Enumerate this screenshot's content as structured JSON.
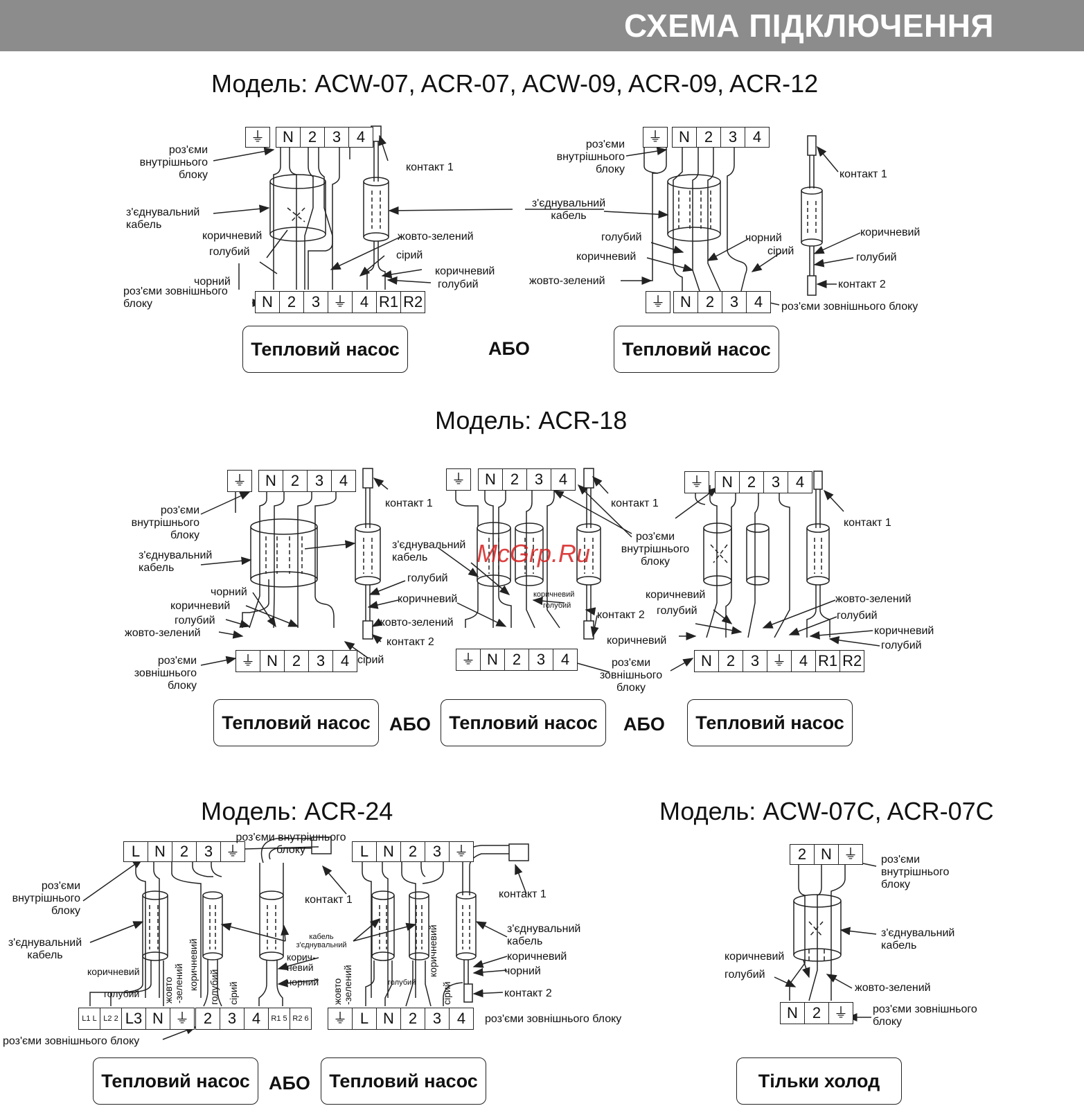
{
  "header": {
    "title": "СХЕМА ПІДКЛЮЧЕННЯ"
  },
  "watermark": "McGrp.Ru",
  "colors": {
    "header_bg": "#8c8c8c",
    "header_text": "#ffffff",
    "line": "#222222",
    "watermark": "#d62020"
  },
  "ground_symbol": "⏚",
  "sections": {
    "s1": {
      "model": "Модель: ACW-07, ACR-07, ACW-09, ACR-09, ACR-12",
      "or": "АБО",
      "d1": {
        "indoor_terms": [
          "N",
          "2",
          "3",
          "4"
        ],
        "outdoor_terms": [
          "N",
          "2",
          "3",
          "⏚",
          "4",
          "R1",
          "R2"
        ],
        "labels": {
          "indoor": "роз'єми внутрішнього блоку",
          "contact1": "контакт 1",
          "cable": "з'єднувальний кабель",
          "brown": "коричневий",
          "blue": "голубий",
          "yellow_green": "жовто-зелений",
          "grey": "сірий",
          "brown2": "коричневий",
          "blue2": "голубий",
          "black": "чорний",
          "outdoor": "роз'єми зовнішнього блоку"
        },
        "box": "Тепловий насос"
      },
      "d2": {
        "indoor_terms": [
          "N",
          "2",
          "3",
          "4"
        ],
        "outdoor_terms": [
          "N",
          "2",
          "3",
          "4"
        ],
        "labels": {
          "indoor": "роз'єми внутрішнього блоку",
          "contact1": "контакт 1",
          "cable": "з'єднувальний кабель",
          "blue": "голубий",
          "black": "чорний",
          "grey": "сірий",
          "brown": "коричневий",
          "yellow_green": "жовто-зелений",
          "brown2": "коричневий",
          "blue2": "голубий",
          "contact2": "контакт 2",
          "outdoor": "роз'єми зовнішнього блоку"
        },
        "box": "Тепловий насос"
      }
    },
    "s2": {
      "model": "Модель: ACR-18",
      "or": "АБО",
      "d1": {
        "indoor_terms": [
          "N",
          "2",
          "3",
          "4"
        ],
        "outdoor_terms": [
          "⏚",
          "N",
          "2",
          "3",
          "4"
        ],
        "labels": {
          "indoor": "роз'єми внутрішнього блоку",
          "contact1": "контакт 1",
          "cable": "з'єднувальний кабель",
          "black": "чорний",
          "brown": "коричневий",
          "blue": "голубий",
          "yellow_green": "жовто-зелений",
          "outdoor": "роз'єми зовнішнього блоку",
          "blue2": "голубий",
          "brown2": "коричневий",
          "yellow_green2": "жовто-зелений",
          "contact2": "контакт 2",
          "grey": "сірий"
        },
        "box": "Тепловий насос"
      },
      "d2": {
        "indoor_terms": [
          "N",
          "2",
          "3",
          "4"
        ],
        "outdoor_terms": [
          "⏚",
          "N",
          "2",
          "3",
          "4"
        ],
        "labels": {
          "cable": "з'єднувальний кабель",
          "contact1": "контакт 1",
          "indoor": "роз'єми внутрішнього блоку",
          "brown_small": "коричневий",
          "blue_small": "голубий",
          "contact2": "контакт 2",
          "outdoor": "роз'єми зовнішнього блоку"
        },
        "box": "Тепловий насос"
      },
      "d3": {
        "indoor_terms": [
          "N",
          "2",
          "3",
          "4"
        ],
        "outdoor_terms": [
          "N",
          "2",
          "3",
          "⏚",
          "4",
          "R1",
          "R2"
        ],
        "labels": {
          "contact1": "контакт 1",
          "brown": "коричневий",
          "blue": "голубий",
          "brown2": "коричневий",
          "yellow_green": "жовто-зелений",
          "blue2": "голубий",
          "brown3": "коричневий",
          "blue3": "голубий"
        },
        "box": "Тепловий насос"
      }
    },
    "s3": {
      "model": "Модель: ACR-24",
      "or": "АБО",
      "d1": {
        "indoor_terms": [
          "L",
          "N",
          "2",
          "3",
          "⏚"
        ],
        "outdoor_a": [
          "L1 L",
          "L2 2",
          "L3",
          "N",
          "⏚"
        ],
        "outdoor_b": [
          "2",
          "3",
          "4",
          "R1 5",
          "R2 6"
        ],
        "labels": {
          "indoor": "роз'єми внутрішнього блоку",
          "indoor_top": "роз'єми внутрішнього блоку",
          "contact1": "контакт 1",
          "cable": "з'єднувальний кабель",
          "brown": "коричневий",
          "blue": "голубий",
          "yellow_green_v": "жовто -зелений",
          "brown_v": "коричневий",
          "blue_v": "голубий",
          "grey_v": "сірий",
          "cable_small": "кабель з'єднувальний",
          "brown_short": "корич- невий",
          "black": "чорний",
          "outdoor": "роз'єми зовнішнього блоку"
        },
        "box": "Тепловий насос"
      },
      "d2": {
        "indoor_terms": [
          "L",
          "N",
          "2",
          "3",
          "⏚"
        ],
        "outdoor_terms": [
          "⏚",
          "L",
          "N",
          "2",
          "3",
          "4"
        ],
        "labels": {
          "contact1": "контакт 1",
          "cable": "з'єднувальний кабель",
          "brown": "коричневий",
          "black": "чорний",
          "contact2": "контакт 2",
          "yellow_green_v": "жовто -зелений",
          "blue_small": "голубий",
          "brown_v": "коричневий",
          "grey_v": "сірий",
          "outdoor": "роз'єми зовнішнього блоку"
        },
        "box": "Тепловий насос"
      }
    },
    "s4": {
      "model": "Модель: ACW-07C, ACR-07C",
      "d1": {
        "indoor_terms": [
          "2",
          "N",
          "⏚"
        ],
        "outdoor_terms": [
          "N",
          "2",
          "⏚"
        ],
        "labels": {
          "indoor": "роз'єми внутрішнього блоку",
          "cable": "з'єднувальний кабель",
          "brown": "коричневий",
          "blue": "голубий",
          "yellow_green": "жовто-зелений",
          "outdoor": "роз'єми зовнішнього блоку"
        },
        "box": "Тільки холод"
      }
    }
  }
}
